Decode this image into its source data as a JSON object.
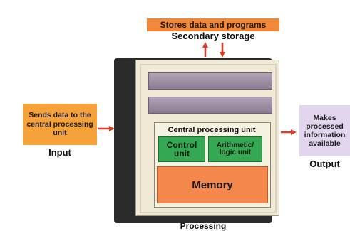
{
  "secondary_storage": {
    "description": "Stores data and programs",
    "title": "Secondary storage"
  },
  "processing": {
    "cpu_title": "Central processing unit",
    "control_unit": "Control unit",
    "alu": "Arithmetic/ logic unit",
    "memory": "Memory",
    "label": "Processing"
  },
  "input": {
    "description": "Sends data to the central processing unit",
    "label": "Input"
  },
  "output": {
    "description": "Makes processed information available",
    "label": "Output"
  },
  "colors": {
    "arrow": "#e03a2a",
    "storage": "#f08a3a",
    "input": "#f5a23a",
    "output": "#e1d6ee",
    "units": "#34a853",
    "memory": "#f4874b"
  }
}
